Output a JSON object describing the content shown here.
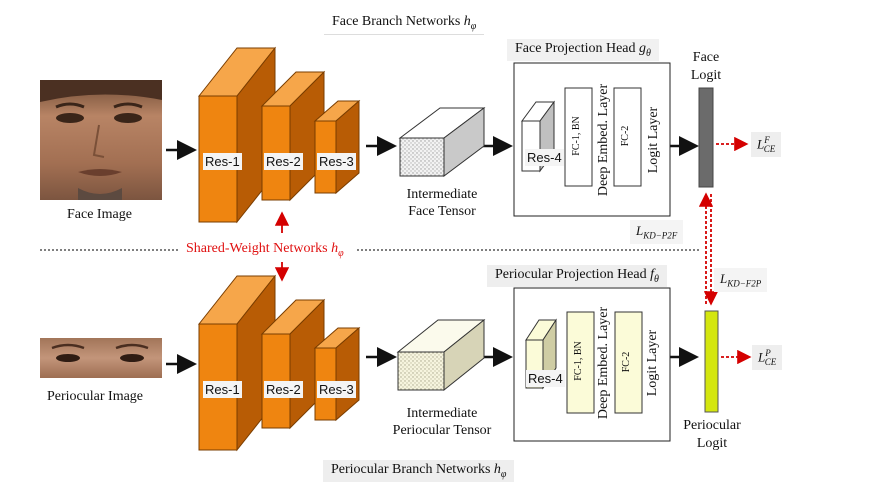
{
  "titles": {
    "face_branch": "Face Branch Networks",
    "face_branch_sym": "h",
    "face_branch_sub": "φ",
    "face_head": "Face Projection Head",
    "face_head_sym": "g",
    "face_head_sub": "θ",
    "shared": "Shared-Weight Networks",
    "shared_sym": "h",
    "shared_sub": "φ",
    "peri_head": "Periocular Projection Head",
    "peri_head_sym": "f",
    "peri_head_sub": "θ",
    "peri_branch": "Periocular Branch Networks",
    "peri_branch_sym": "h",
    "peri_branch_sub": "φ"
  },
  "face_row": {
    "image_label": "Face Image",
    "res1": "Res-1",
    "res2": "Res-2",
    "res3": "Res-3",
    "tensor_line1": "Intermediate",
    "tensor_line2": "Face Tensor",
    "res4": "Res-4",
    "fc1": "FC-1, BN",
    "embed": "Deep Embed. Layer",
    "fc2": "FC-2",
    "logit_layer": "Logit Layer",
    "logit_line1": "Face",
    "logit_line2": "Logit"
  },
  "peri_row": {
    "image_label": "Periocular Image",
    "res1": "Res-1",
    "res2": "Res-2",
    "res3": "Res-3",
    "tensor_line1": "Intermediate",
    "tensor_line2": "Periocular Tensor",
    "res4": "Res-4",
    "fc1": "FC-1, BN",
    "embed": "Deep Embed. Layer",
    "fc2": "FC-2",
    "logit_layer": "Logit Layer",
    "logit_line1": "Periocular",
    "logit_line2": "Logit"
  },
  "losses": {
    "ce_face_main": "L",
    "ce_face_sub": "CE",
    "ce_face_sup": "F",
    "ce_peri_main": "L",
    "ce_peri_sub": "CE",
    "ce_peri_sup": "P",
    "kd_p2f_main": "L",
    "kd_p2f_sub": "KD−P2F",
    "kd_f2p_main": "L",
    "kd_f2p_sub": "KD−F2P"
  },
  "colors": {
    "res_front": "#ef8510",
    "res_side": "#b85c05",
    "res_top": "#f6a64a",
    "face_logit": "#6b6b6b",
    "peri_logit": "#d4e60f",
    "peri_fc": "#fbfbd8",
    "loss_arrow": "#d40000",
    "shared_text": "#e01010"
  }
}
